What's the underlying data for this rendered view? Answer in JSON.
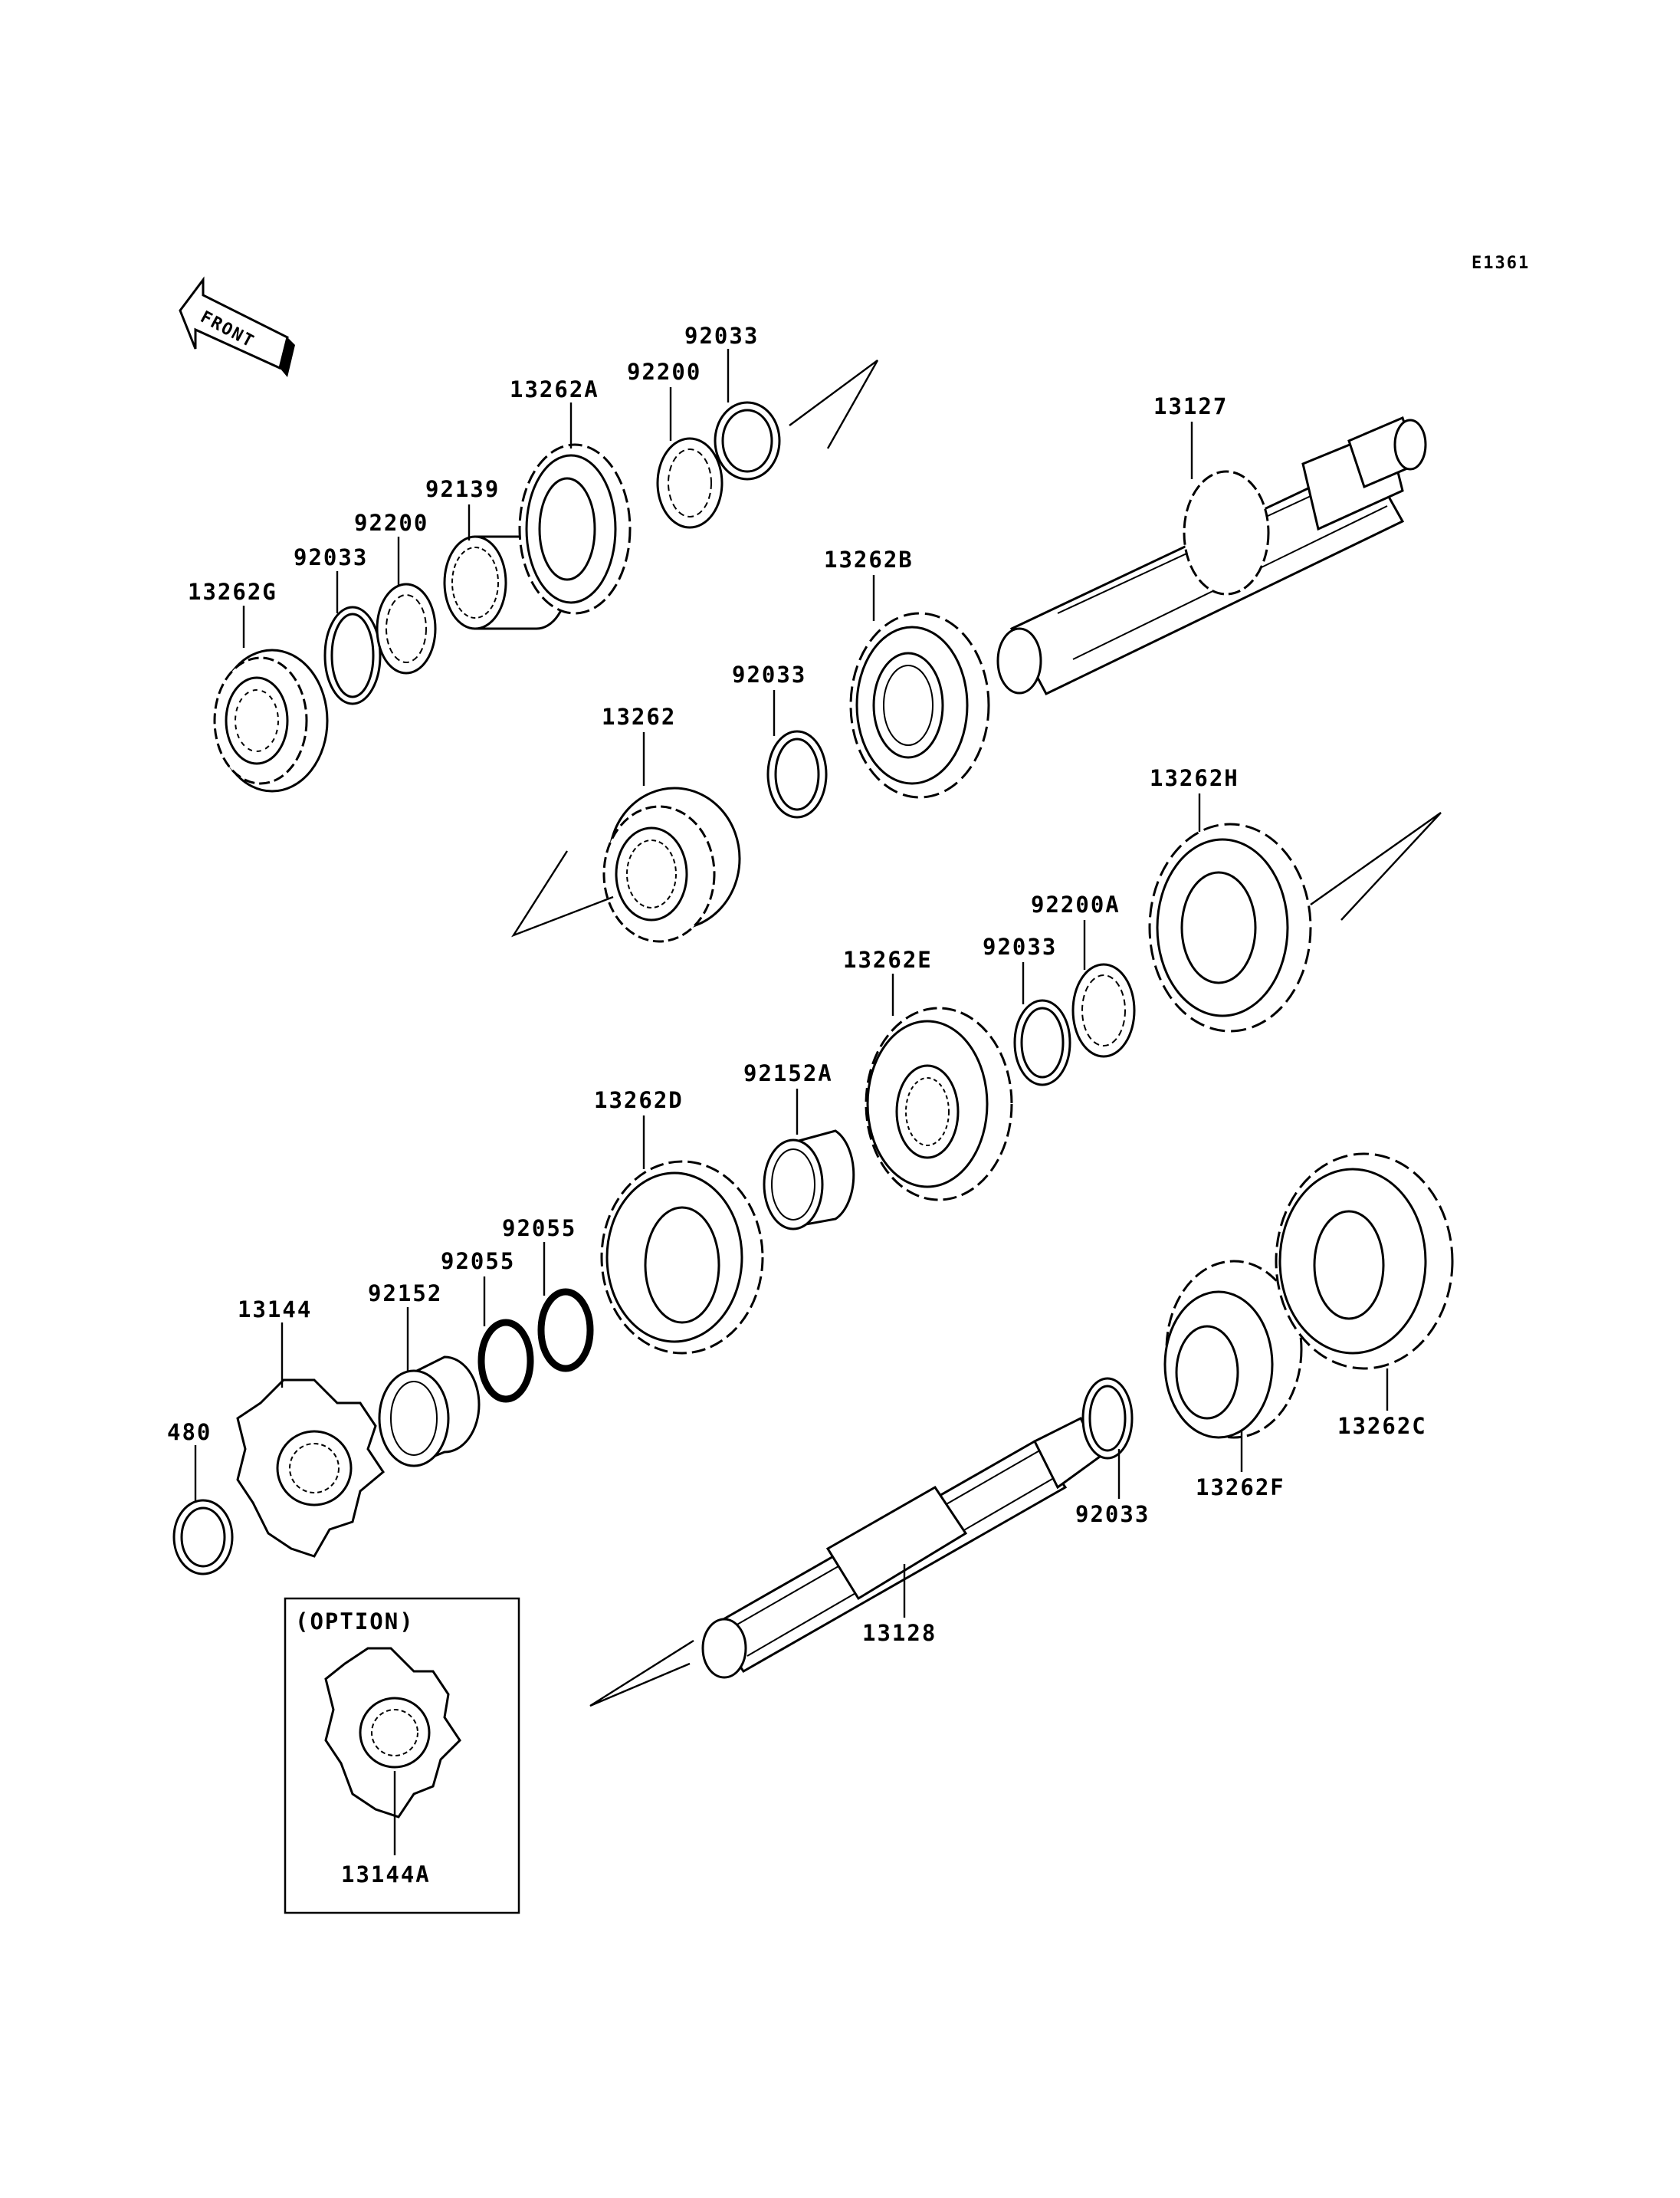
{
  "diagram_code": "E1361",
  "front_label": "FRONT",
  "option_label": "(OPTION)",
  "labels": {
    "p13262A": "13262A",
    "p92033_top": "92033",
    "p92200_top": "92200",
    "p92139": "92139",
    "p92200_left": "92200",
    "p92033_left": "92033",
    "p13262G": "13262G",
    "p13127": "13127",
    "p13262B": "13262B",
    "p92033_mid": "92033",
    "p13262": "13262",
    "p13262H": "13262H",
    "p92200A": "92200A",
    "p92033_right": "92033",
    "p13262E": "13262E",
    "p92152A": "92152A",
    "p13262D": "13262D",
    "p92055_a": "92055",
    "p92055_b": "92055",
    "p92152": "92152",
    "p13144": "13144",
    "p480": "480",
    "p13144A": "13144A",
    "p13128": "13128",
    "p92033_low": "92033",
    "p13262F": "13262F",
    "p13262C": "13262C"
  }
}
